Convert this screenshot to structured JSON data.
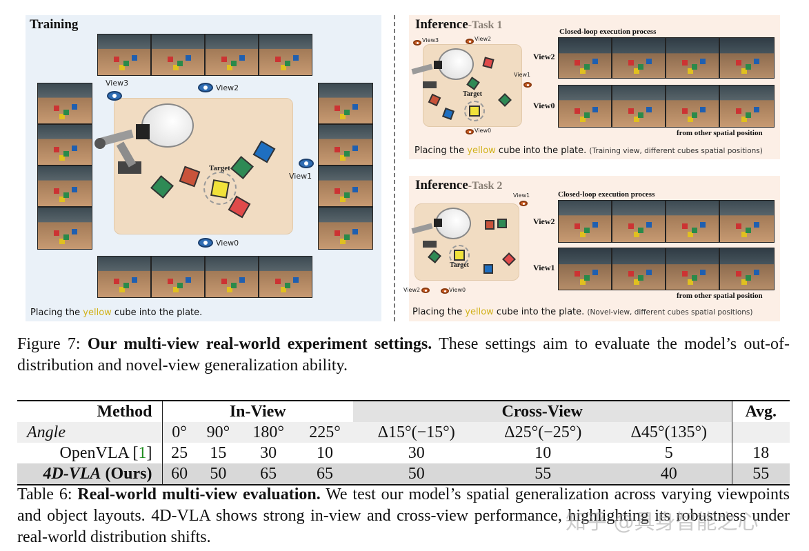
{
  "figure": {
    "training": {
      "title": "Training",
      "views": [
        "View3",
        "View2",
        "View1",
        "View0"
      ],
      "target_label": "Target",
      "caption_pre": "Placing the ",
      "caption_color_word": "yellow",
      "caption_post": " cube into the plate."
    },
    "task1": {
      "title": "Inference",
      "subtitle": "-Task 1",
      "views": [
        "View3",
        "View2",
        "View1",
        "View0"
      ],
      "target_label": "Target",
      "process_label": "Closed-loop execution process",
      "row_labels": [
        "View2",
        "View0"
      ],
      "footer_label": "from other spatial position",
      "caption_pre": "Placing the ",
      "caption_color_word": "yellow",
      "caption_post": " cube into the plate.",
      "caption_note": "(Training view, different cubes spatial positions)"
    },
    "task2": {
      "title": "Inference",
      "subtitle": "-Task 2",
      "views": [
        "View1",
        "View2",
        "View0"
      ],
      "target_label": "Target",
      "process_label": "Closed-loop execution process",
      "row_labels": [
        "View2",
        "View1"
      ],
      "footer_label": "from other spatial position",
      "caption_pre": "Placing the ",
      "caption_color_word": "yellow",
      "caption_post": " cube into the plate.",
      "caption_note": "(Novel-view, different cubes spatial positions)"
    }
  },
  "figure_caption": {
    "label": "Figure 7:",
    "bold": "Our multi-view real-world experiment settings.",
    "text": "These settings aim to evaluate the model’s out-of-distribution and novel-view generalization ability."
  },
  "table": {
    "headers": {
      "method": "Method",
      "in_view": "In-View",
      "cross_view": "Cross-View",
      "avg": "Avg."
    },
    "angle_label": "Angle",
    "angles": [
      "0°",
      "90°",
      "180°",
      "225°",
      "Δ15°(−15°)",
      "Δ25°(−25°)",
      "Δ45°(135°)"
    ],
    "rows": [
      {
        "method": "OpenVLA",
        "cite": "1",
        "values": [
          "25",
          "15",
          "30",
          "10",
          "30",
          "10",
          "5"
        ],
        "avg": "18"
      },
      {
        "method_italic": "4D-VLA",
        "method_suffix": " (Ours)",
        "values": [
          "60",
          "50",
          "65",
          "65",
          "50",
          "55",
          "40"
        ],
        "avg": "55"
      }
    ]
  },
  "table_caption": {
    "label": "Table 6:",
    "bold": "Real-world multi-view evaluation.",
    "text": "We test our model’s spatial generalization across varying viewpoints and object layouts. 4D-VLA shows strong in-view and cross-view performance, highlighting its robustness under real-world distribution shifts."
  },
  "watermark": "知乎 @具身智能之心",
  "colors": {
    "training_bg": "#eaf1f8",
    "inference_bg": "#fcefe6",
    "yellow_word": "#d1b21a",
    "cite_green": "#1e8c1e"
  }
}
